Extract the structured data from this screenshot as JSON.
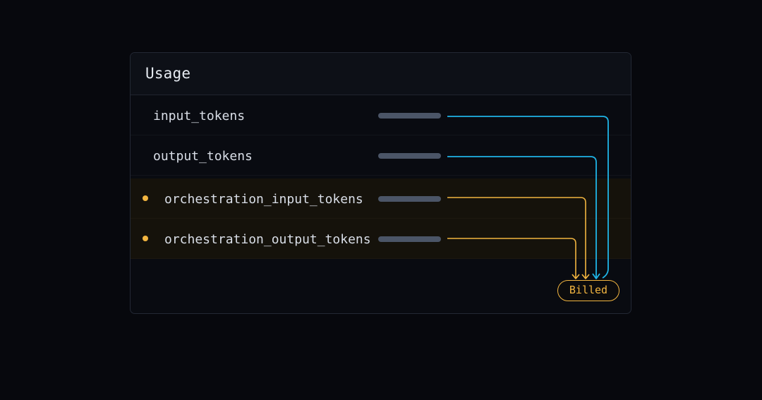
{
  "panel": {
    "title": "Usage"
  },
  "rows": [
    {
      "label": "input_tokens",
      "flow": "blue",
      "marked": false
    },
    {
      "label": "output_tokens",
      "flow": "blue",
      "marked": false
    },
    {
      "label": "orchestration_input_tokens",
      "flow": "yellow",
      "marked": true
    },
    {
      "label": "orchestration_output_tokens",
      "flow": "yellow",
      "marked": true
    }
  ],
  "target": {
    "label": "Billed"
  },
  "colors": {
    "background": "#07080d",
    "panel": "#090b11",
    "blue_flow": "#1fb4e6",
    "yellow_flow": "#f2b540",
    "bar": "#4b5567",
    "highlight_row": "#15120b"
  }
}
